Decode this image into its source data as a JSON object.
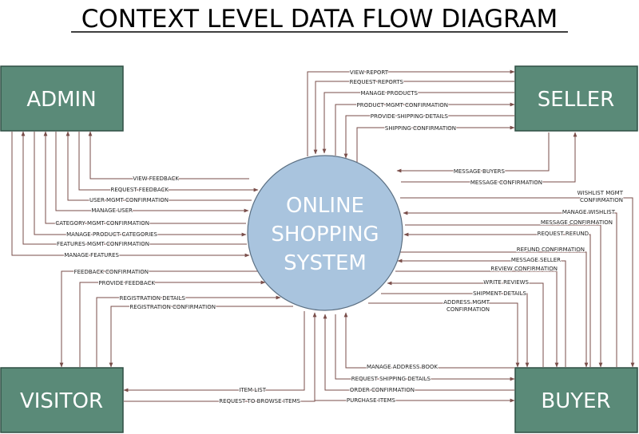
{
  "title": "CONTEXT LEVEL DATA FLOW DIAGRAM",
  "process": {
    "lines": [
      "ONLINE",
      "SHOPPING",
      "SYSTEM"
    ]
  },
  "entities": {
    "admin": "ADMIN",
    "seller": "SELLER",
    "visitor": "VISITOR",
    "buyer": "BUYER"
  },
  "colors": {
    "entity_fill": "#5a8a78",
    "process_fill": "#a9c4de",
    "arrow": "#7a4e4a"
  },
  "flows": {
    "seller": [
      [
        "VIEW REPORT"
      ],
      [
        "REQUEST REPORTS"
      ],
      [
        "MANAGE PRODUCTS"
      ],
      [
        "PRODUCT MGMT CONFIRMATION"
      ],
      [
        "PROVIDE SHIPPING DETAILS"
      ],
      [
        "SHIPPING CONFIRMATION"
      ],
      [
        "MESSAGE BUYERS"
      ],
      [
        "MESSAGE CONFIRMATION"
      ]
    ],
    "admin": [
      [
        "VIEW FEEDBACK"
      ],
      [
        "REQUEST FEEDBACK"
      ],
      [
        "USER MGMT CONFIRMATION"
      ],
      [
        "MANAGE USER"
      ],
      [
        "CATEGORY MGMT CONFIRMATION"
      ],
      [
        "MANAGE PRODUCT CATEGORIES"
      ],
      [
        "FEATURES MGMT CONFIRMATION"
      ],
      [
        "MANAGE FEATURES"
      ]
    ],
    "visitor": [
      [
        "FEEDBACK CONFIRMATION"
      ],
      [
        "PROVIDE FEEDBACK"
      ],
      [
        "REGISTRATION DETAILS"
      ],
      [
        "REGISTRATION CONFIRMATION"
      ],
      [
        "ITEM LIST"
      ],
      [
        "REQUEST TO BROWSE ITEMS"
      ]
    ],
    "buyer": [
      [
        "WISHLIST MGMT",
        "CONFIRMATION"
      ],
      [
        "MANAGE WISHLIST"
      ],
      [
        "MESSAGE CONFIRMATION"
      ],
      [
        "REQUEST REFUND"
      ],
      [
        "REFUND CONFIRMATION"
      ],
      [
        "MESSAGE SELLER"
      ],
      [
        "REVIEW CONFIRMATION"
      ],
      [
        "WRITE REVIEWS"
      ],
      [
        "SHIPMENT DETAILS"
      ],
      [
        "ADDRESS MGMT",
        "CONFIRMATION"
      ],
      [
        "MANAGE ADDRESS BOOK"
      ],
      [
        "REQUEST SHIPPING DETAILS"
      ],
      [
        "ORDER CONFIRMATION"
      ],
      [
        "PURCHASE ITEMS"
      ]
    ]
  }
}
